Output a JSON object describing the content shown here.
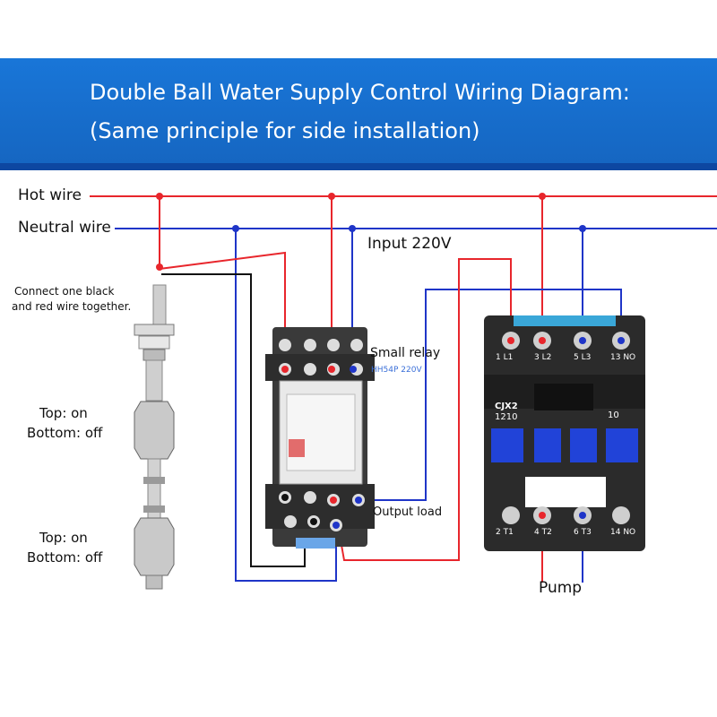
{
  "header": {
    "title_line1": "Double Ball Water Supply Control Wiring Diagram:",
    "title_line2": "(Same principle for side installation)"
  },
  "labels": {
    "hot_wire": "Hot wire",
    "neutral_wire": "Neutral wire",
    "input": "Input 220V",
    "connect_note_line1": "Connect one black",
    "connect_note_line2": "and red wire together.",
    "float_top_state": "Top: on",
    "float_bottom_state": "Bottom: off",
    "float2_top_state": "Top: on",
    "float2_bottom_state": "Bottom: off",
    "small_relay": "Small relay",
    "relay_model": "HH54P 220V",
    "output_load": "Output load",
    "pump": "Pump"
  },
  "contactor": {
    "model_line1": "CJX2",
    "model_line2": "1210",
    "aux_number": "10",
    "top_terminals": [
      "1 L1",
      "3 L2",
      "5 L3",
      "13 NO"
    ],
    "bottom_terminals": [
      "2 T1",
      "4 T2",
      "6 T3",
      "14 NO"
    ]
  },
  "colors": {
    "banner": "#1565c0",
    "hot": "#e8262c",
    "neutral": "#1f35c8",
    "black_wire": "#111111"
  }
}
